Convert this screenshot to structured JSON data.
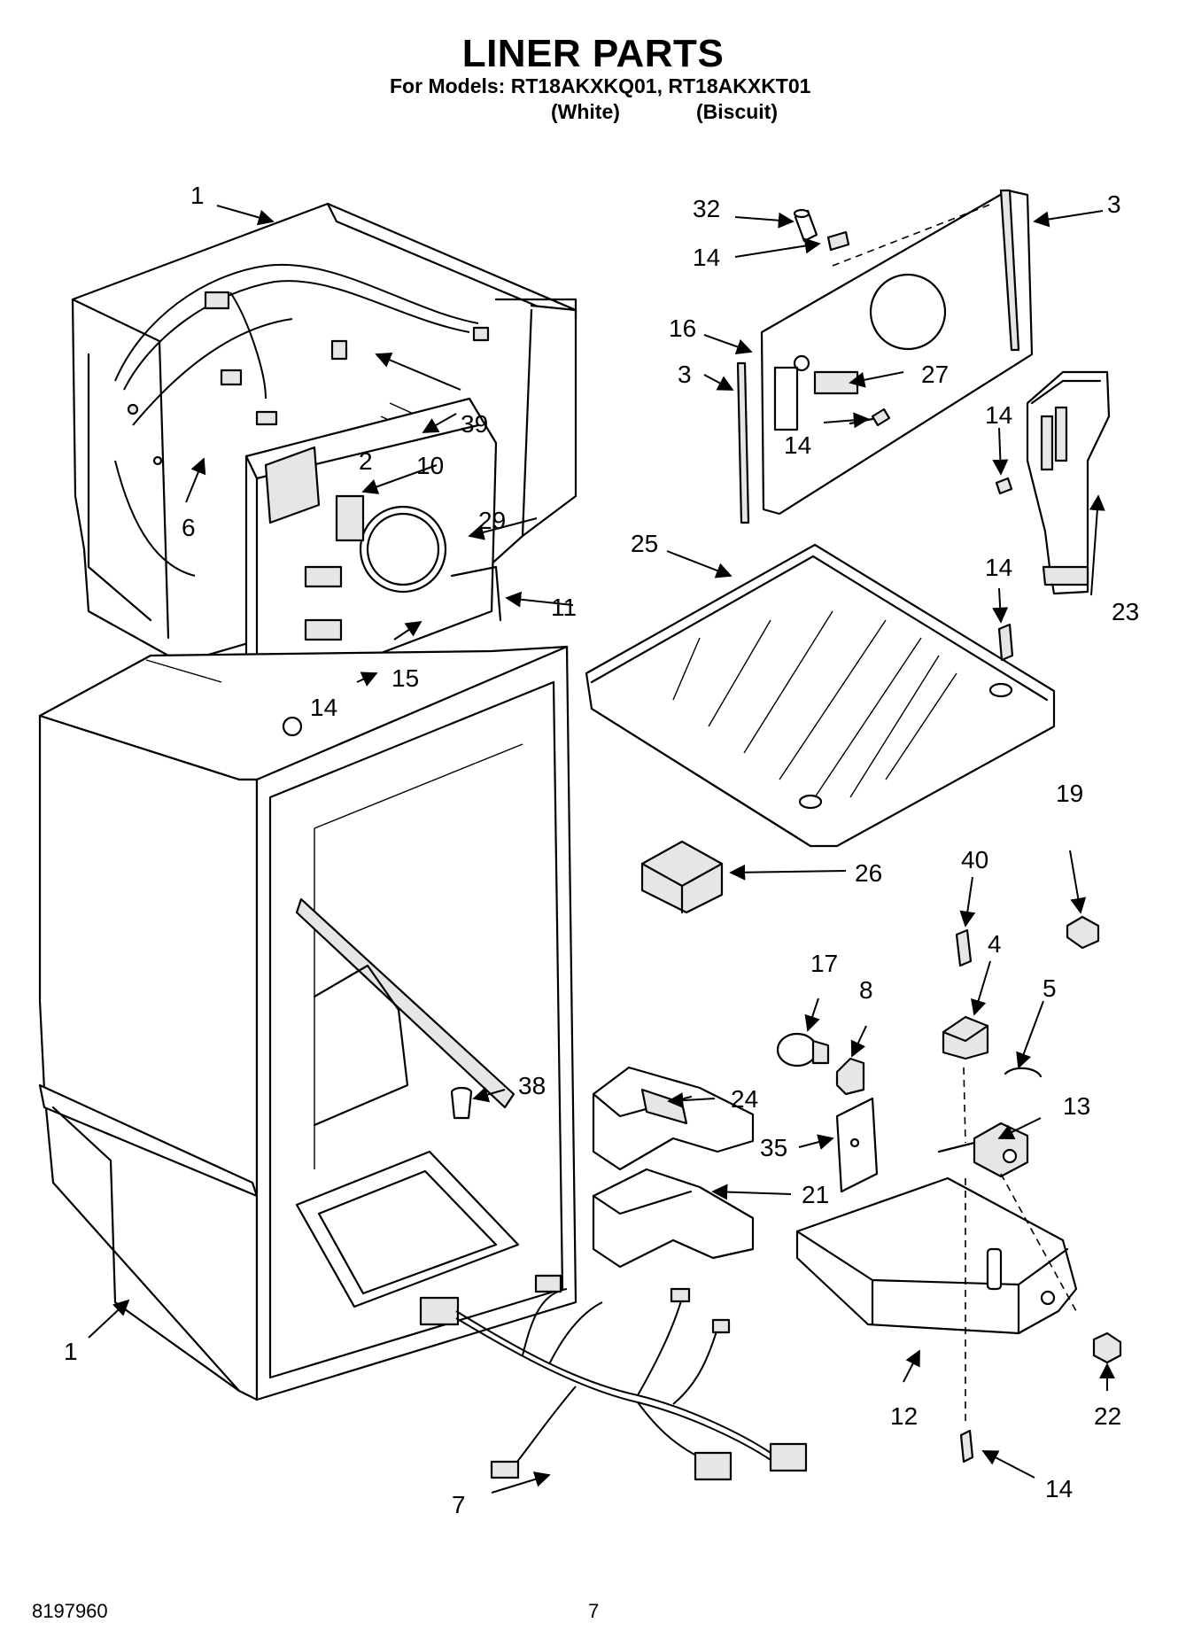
{
  "header": {
    "title": "LINER PARTS",
    "models_line": "For Models: RT18AKXKQ01, RT18AKXKT01",
    "color_1": "(White)",
    "color_2": "(Biscuit)"
  },
  "footer": {
    "doc_number": "8197960",
    "page_number": "7"
  },
  "callouts": {
    "c1_top": "1",
    "c1_bottom": "1",
    "c2": "2",
    "c3_right": "3",
    "c3_left": "3",
    "c4": "4",
    "c5": "5",
    "c6": "6",
    "c7": "7",
    "c8": "8",
    "c10": "10",
    "c11": "11",
    "c12": "12",
    "c13": "13",
    "c14_a": "14",
    "c14_b": "14",
    "c14_c": "14",
    "c14_d": "14",
    "c14_e": "14",
    "c14_f": "14",
    "c15": "15",
    "c16": "16",
    "c17": "17",
    "c19": "19",
    "c21": "21",
    "c22": "22",
    "c23": "23",
    "c24": "24",
    "c25": "25",
    "c26": "26",
    "c27": "27",
    "c29": "29",
    "c32": "32",
    "c35": "35",
    "c38": "38",
    "c39": "39",
    "c40": "40"
  }
}
